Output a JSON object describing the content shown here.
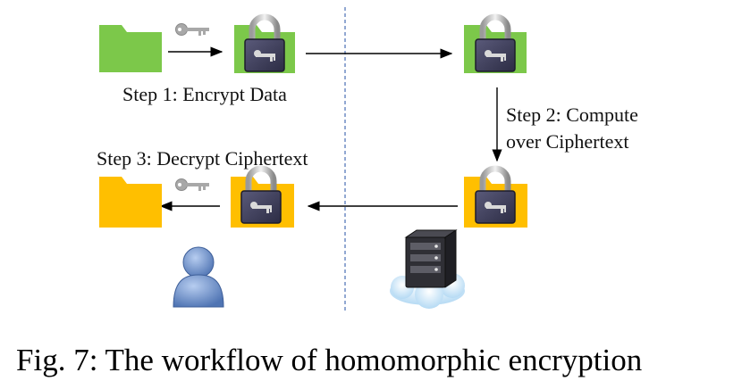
{
  "labels": {
    "step1": "Step 1: Encrypt Data",
    "step2_line1": "Step 2: Compute",
    "step2_line2": "over Ciphertext",
    "step3": "Step 3: Decrypt Ciphertext"
  },
  "caption": "Fig. 7: The workflow of homomorphic encryption",
  "colors": {
    "plaintext_folder": "#7cc84a",
    "result_folder": "#ffbf00",
    "arrow": "#000000",
    "divider": "#4a6fb5",
    "user_icon": "#6a8cc3",
    "lock_body": "#3a3a5a"
  },
  "icons": {
    "key": "key-icon",
    "lock": "padlock-icon",
    "user": "user-icon",
    "server": "cloud-server-icon"
  }
}
